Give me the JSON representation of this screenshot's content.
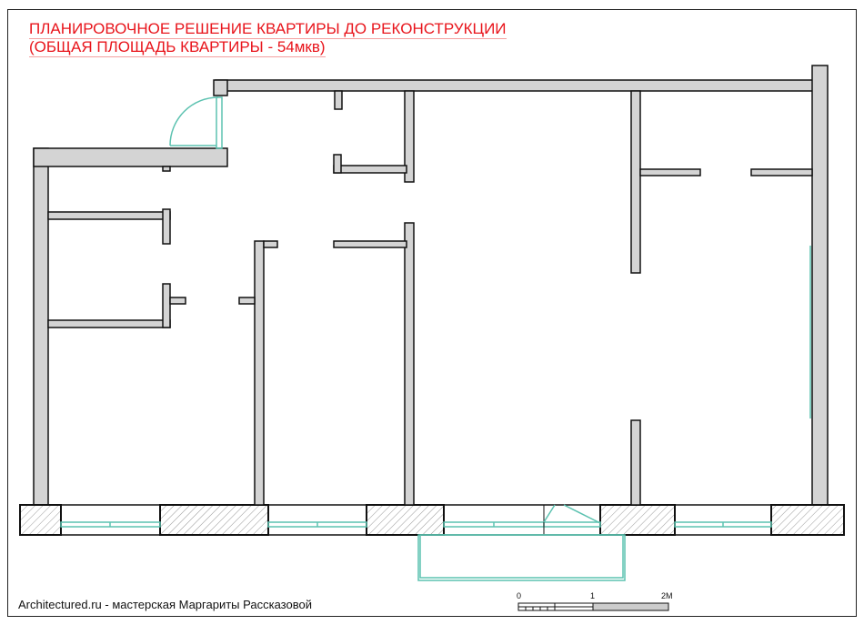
{
  "header": {
    "title_line1": "ПЛАНИРОВОЧНОЕ РЕШЕНИЕ КВАРТИРЫ ДО РЕКОНСТРУКЦИИ",
    "title_line2": "(ОБЩАЯ ПЛОЩАДЬ КВАРТИРЫ - 54мкв)",
    "title_color": "#e8141b"
  },
  "footer": {
    "credit": "Architectured.ru - мастерская Маргариты Рассказовой"
  },
  "scale_bar": {
    "labels": [
      "0",
      "1",
      "2М"
    ]
  },
  "colors": {
    "wall_fill": "#d4d4d4",
    "window_glass": "#5cc2b0"
  }
}
